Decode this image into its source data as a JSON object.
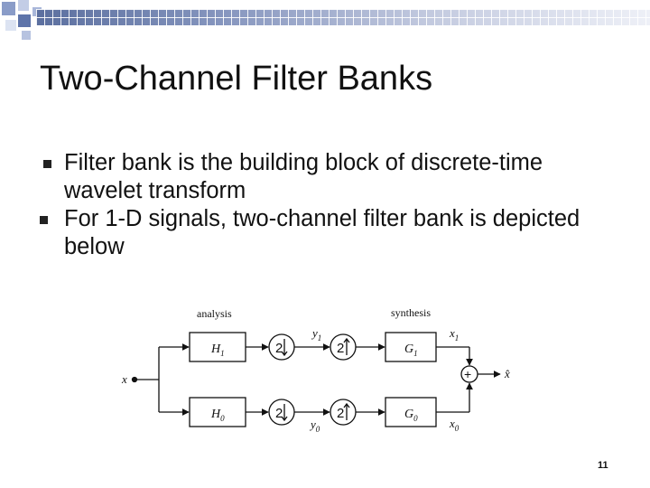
{
  "slide": {
    "title": "Two-Channel Filter Banks",
    "bullets": [
      "Filter bank is the building block of discrete-time wavelet transform",
      "For 1-D signals, two-channel filter bank is depicted below"
    ],
    "page_number": "11"
  },
  "diagram": {
    "label_analysis": "analysis",
    "label_synthesis": "synthesis",
    "input": "x",
    "filter_h1": "H",
    "filter_h1_sub": "1",
    "filter_h0": "H",
    "filter_h0_sub": "0",
    "filter_g1": "G",
    "filter_g1_sub": "1",
    "filter_g0": "G",
    "filter_g0_sub": "0",
    "downsample_top": "2",
    "downsample_bottom": "2",
    "upsample_top": "2",
    "upsample_bottom": "2",
    "y1": "y",
    "y1_sub": "1",
    "y0": "y",
    "y0_sub": "0",
    "x1": "x",
    "x1_sub": "1",
    "x0": "x",
    "x0_sub": "0",
    "sum": "+",
    "output": "x̂"
  },
  "colors": {
    "text": "#111111",
    "banner": "#5b6f9f"
  }
}
